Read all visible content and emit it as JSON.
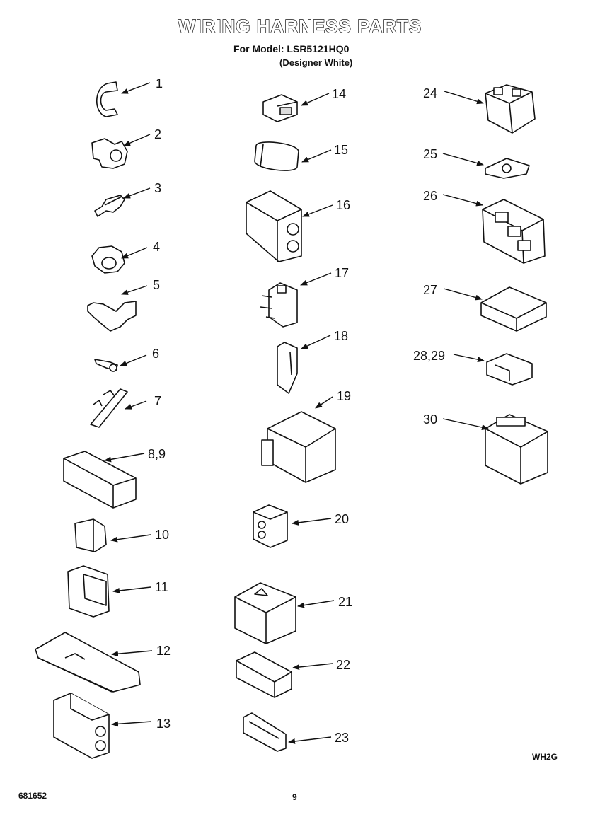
{
  "header": {
    "title": "WIRING HARNESS PARTS",
    "model_line": "For Model: LSR5121HQ0",
    "variant": "(Designer White)"
  },
  "callouts": [
    {
      "id": "1",
      "label": "1"
    },
    {
      "id": "2",
      "label": "2"
    },
    {
      "id": "3",
      "label": "3"
    },
    {
      "id": "4",
      "label": "4"
    },
    {
      "id": "5",
      "label": "5"
    },
    {
      "id": "6",
      "label": "6"
    },
    {
      "id": "7",
      "label": "7"
    },
    {
      "id": "8-9",
      "label": "8,9"
    },
    {
      "id": "10",
      "label": "10"
    },
    {
      "id": "11",
      "label": "11"
    },
    {
      "id": "12",
      "label": "12"
    },
    {
      "id": "13",
      "label": "13"
    },
    {
      "id": "14",
      "label": "14"
    },
    {
      "id": "15",
      "label": "15"
    },
    {
      "id": "16",
      "label": "16"
    },
    {
      "id": "17",
      "label": "17"
    },
    {
      "id": "18",
      "label": "18"
    },
    {
      "id": "19",
      "label": "19"
    },
    {
      "id": "20",
      "label": "20"
    },
    {
      "id": "21",
      "label": "21"
    },
    {
      "id": "22",
      "label": "22"
    },
    {
      "id": "23",
      "label": "23"
    },
    {
      "id": "24",
      "label": "24"
    },
    {
      "id": "25",
      "label": "25"
    },
    {
      "id": "26",
      "label": "26"
    },
    {
      "id": "27",
      "label": "27"
    },
    {
      "id": "28-29",
      "label": "28,29"
    },
    {
      "id": "30",
      "label": "30"
    }
  ],
  "footer": {
    "doc_number": "681652",
    "page_number": "9",
    "drawing_code": "WH2G"
  }
}
